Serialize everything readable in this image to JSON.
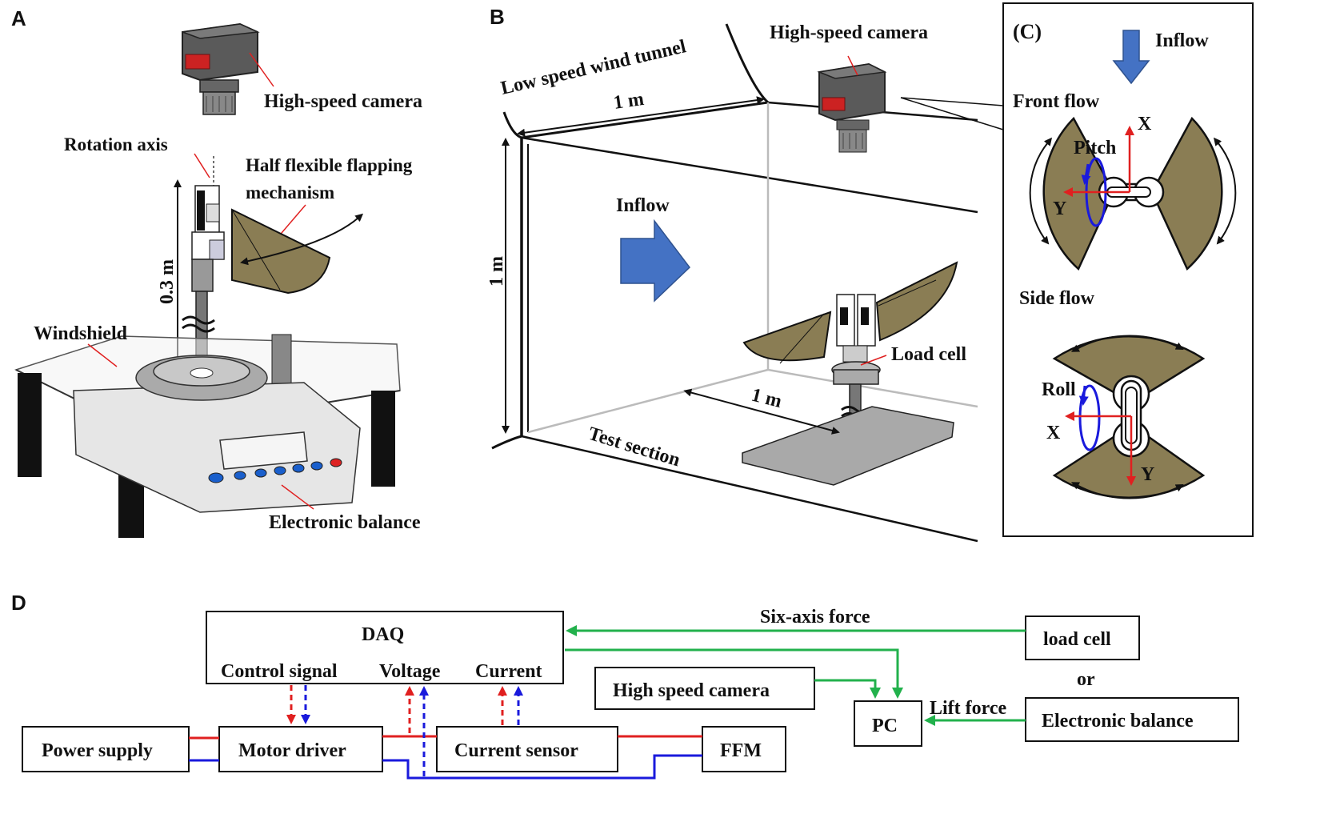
{
  "panel_a": {
    "letter": "A",
    "camera_label": "High-speed camera",
    "rotation_axis_label": "Rotation axis",
    "mechanism_label_line1": "Half flexible flapping",
    "mechanism_label_line2": "mechanism",
    "height_label": "0.3 m",
    "windshield_label": "Windshield",
    "balance_label": "Electronic balance"
  },
  "panel_b": {
    "letter": "B",
    "tunnel_label": "Low speed wind tunnel",
    "width_label": "1 m",
    "camera_label": "High-speed camera",
    "height_label": "1 m",
    "inflow_label": "Inflow",
    "load_cell_label": "Load cell",
    "depth_label": "1 m",
    "test_section_label": "Test section"
  },
  "panel_c": {
    "letter": "(C)",
    "inflow_label": "Inflow",
    "front_flow_label": "Front flow",
    "x_label": "X",
    "pitch_label": "Pitch",
    "y_label": "Y",
    "side_flow_label": "Side flow",
    "roll_label": "Roll",
    "x_label_side": "X",
    "y_label_side": "Y"
  },
  "panel_d": {
    "letter": "D",
    "daq_label": "DAQ",
    "control_signal_label": "Control signal",
    "voltage_label": "Voltage",
    "current_label": "Current",
    "six_axis_label": "Six-axis force",
    "load_cell_label": "load cell",
    "or_label": "or",
    "electronic_balance_label": "Electronic balance",
    "lift_force_label": "Lift force",
    "pc_label": "PC",
    "camera_label": "High speed camera",
    "power_supply_label": "Power supply",
    "motor_driver_label": "Motor driver",
    "current_sensor_label": "Current sensor",
    "ffm_label": "FFM"
  },
  "colors": {
    "wing": "#8a7d54",
    "camera": "#555555",
    "inflow_arrow": "#4472c4",
    "red_line": "#e02020",
    "blue_line": "#1a1adc",
    "green_line": "#22b14c"
  }
}
